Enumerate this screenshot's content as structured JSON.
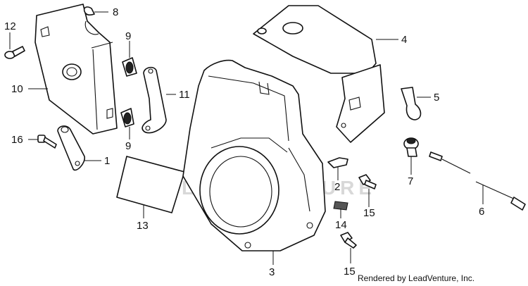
{
  "callouts": [
    {
      "id": "8",
      "label": "8"
    },
    {
      "id": "12",
      "label": "12"
    },
    {
      "id": "9a",
      "label": "9"
    },
    {
      "id": "4",
      "label": "4"
    },
    {
      "id": "10",
      "label": "10"
    },
    {
      "id": "11",
      "label": "11"
    },
    {
      "id": "5",
      "label": "5"
    },
    {
      "id": "9b",
      "label": "9"
    },
    {
      "id": "16",
      "label": "16"
    },
    {
      "id": "1",
      "label": "1"
    },
    {
      "id": "2",
      "label": "2"
    },
    {
      "id": "7",
      "label": "7"
    },
    {
      "id": "15a",
      "label": "15"
    },
    {
      "id": "6",
      "label": "6"
    },
    {
      "id": "13",
      "label": "13"
    },
    {
      "id": "14",
      "label": "14"
    },
    {
      "id": "3",
      "label": "3"
    },
    {
      "id": "15b",
      "label": "15"
    }
  ],
  "watermark": "LEADVENTURE",
  "credit": "Rendered by LeadVenture, Inc."
}
